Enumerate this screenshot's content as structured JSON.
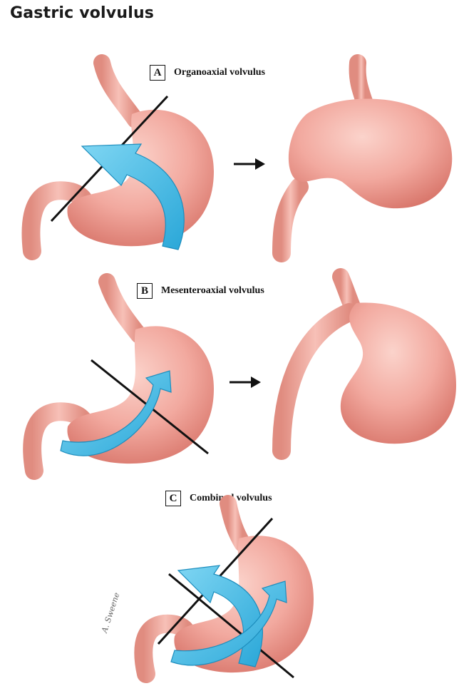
{
  "title": "Gastric volvulus",
  "panels": [
    {
      "letter": "A",
      "label": "Organoaxial volvulus"
    },
    {
      "letter": "B",
      "label": "Mesenteroaxial volvulus"
    },
    {
      "letter": "C",
      "label": "Combined volvulus"
    }
  ],
  "signature": "A. Sweene",
  "colors": {
    "stomach": "#f2a99f",
    "stomach_shadow": "#d9776c",
    "arrow": "#4fc3ec",
    "axis_line": "#111111"
  }
}
